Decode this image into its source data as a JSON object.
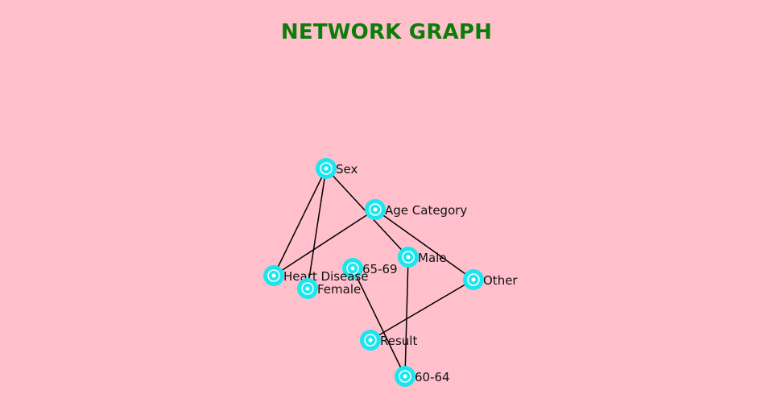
{
  "title": "NETWORK GRAPH",
  "colors": {
    "background": "#ffc0cb",
    "title": "#0a7d0a",
    "node": "#1be6f0",
    "edge": "#000000",
    "label": "#111111"
  },
  "nodes": [
    {
      "id": "sex",
      "label": "Sex"
    },
    {
      "id": "age_category",
      "label": "Age Category"
    },
    {
      "id": "male",
      "label": "Male"
    },
    {
      "id": "age_65_69",
      "label": "65-69"
    },
    {
      "id": "heart_disease",
      "label": "Heart Disease"
    },
    {
      "id": "female",
      "label": "Female"
    },
    {
      "id": "other",
      "label": "Other"
    },
    {
      "id": "result",
      "label": "Result"
    },
    {
      "id": "age_60_64",
      "label": "60-64"
    }
  ],
  "edges": [
    {
      "source": "sex",
      "target": "heart_disease"
    },
    {
      "source": "sex",
      "target": "female"
    },
    {
      "source": "sex",
      "target": "male"
    },
    {
      "source": "age_category",
      "target": "heart_disease"
    },
    {
      "source": "age_category",
      "target": "other"
    },
    {
      "source": "male",
      "target": "age_60_64"
    },
    {
      "source": "age_65_69",
      "target": "age_60_64"
    },
    {
      "source": "other",
      "target": "result"
    }
  ]
}
